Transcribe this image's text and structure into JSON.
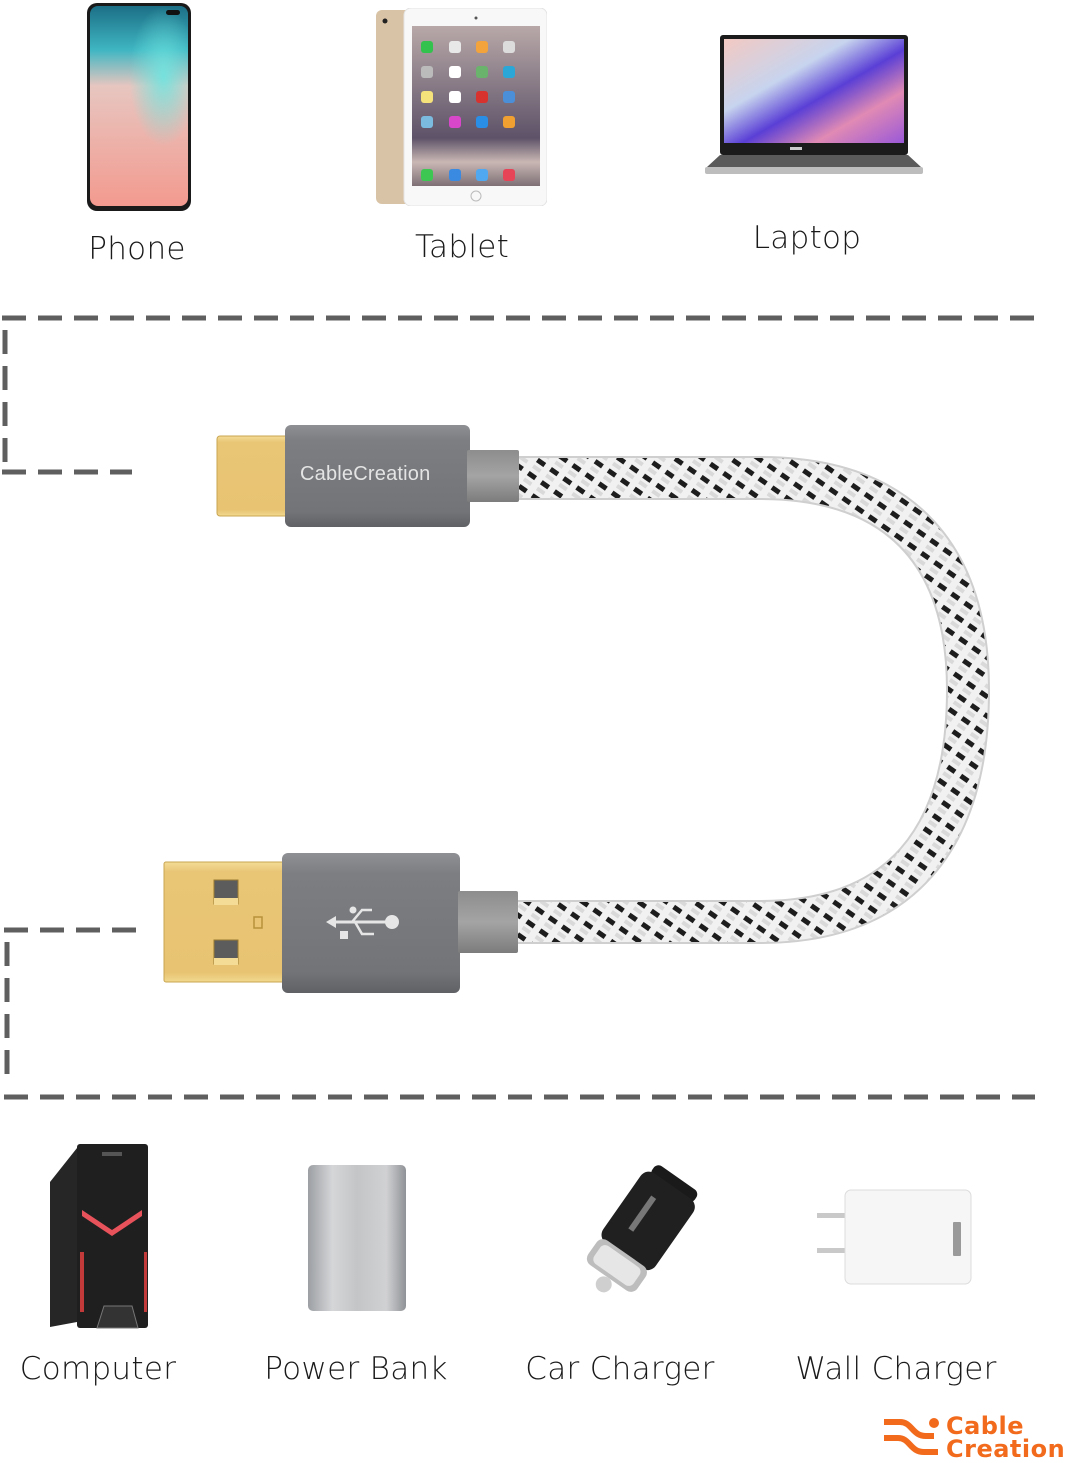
{
  "top_devices": [
    {
      "label": "Phone",
      "icon": "phone-icon"
    },
    {
      "label": "Tablet",
      "icon": "tablet-icon"
    },
    {
      "label": "Laptop",
      "icon": "laptop-icon"
    }
  ],
  "cable": {
    "usb_c_connector_text": "CableCreation",
    "usb_a_connector_icon": "usb-symbol-icon",
    "colors": {
      "housing": "#7a7c80",
      "gold": "#e9c676",
      "braid_dark": "#1d1d1d",
      "braid_light": "#f1f1f1",
      "dash": "#5f5f5f"
    }
  },
  "bottom_devices": [
    {
      "label": "Computer",
      "icon": "desktop-tower-icon"
    },
    {
      "label": "Power Bank",
      "icon": "power-bank-icon"
    },
    {
      "label": "Car Charger",
      "icon": "car-charger-icon"
    },
    {
      "label": "Wall Charger",
      "icon": "wall-charger-icon"
    }
  ],
  "brand": {
    "line1": "Cable",
    "line2": "Creation",
    "color": "#f26b1d"
  }
}
